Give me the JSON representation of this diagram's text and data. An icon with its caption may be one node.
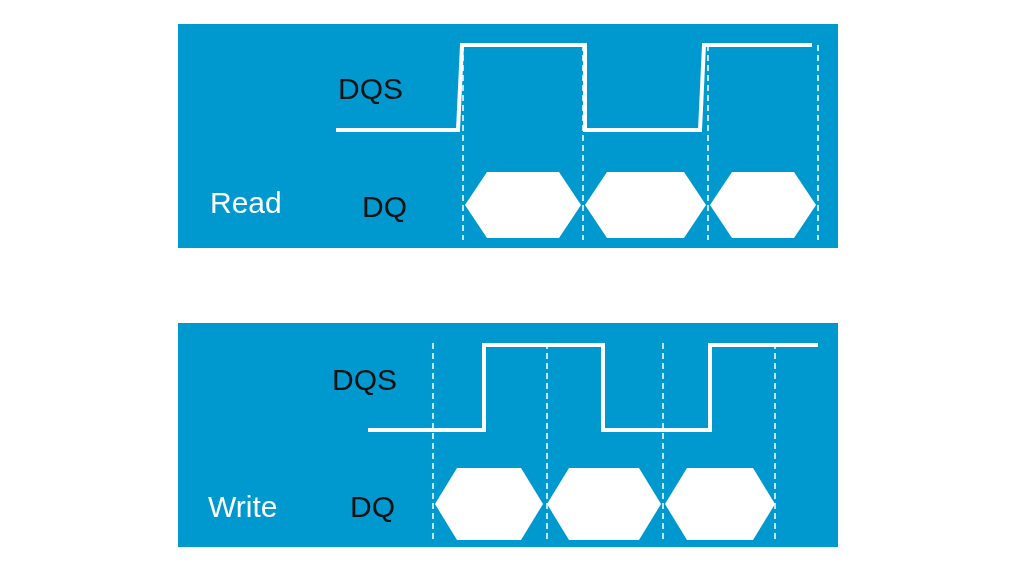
{
  "diagram": {
    "labels": [
      "DQS",
      "Read",
      "DQ",
      "DQS",
      "Write",
      "DQ"
    ]
  }
}
